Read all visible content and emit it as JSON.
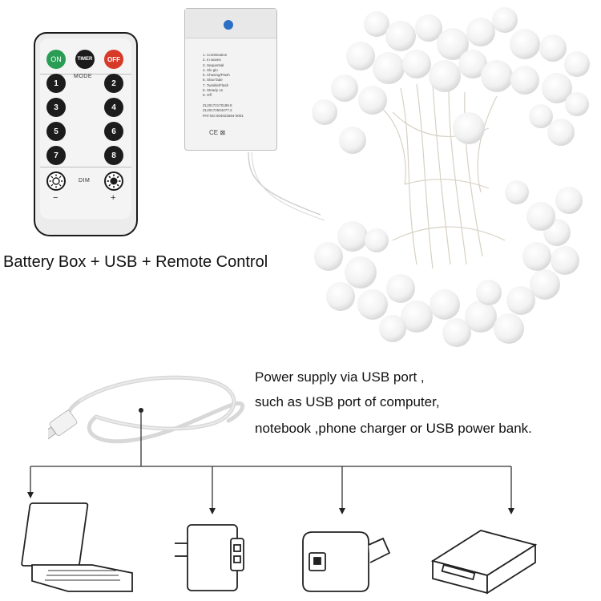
{
  "caption": "Battery Box + USB + Remote Control",
  "power_text": [
    "Power supply via USB port ,",
    "such as USB port of computer,",
    "notebook ,phone charger or USB power bank."
  ],
  "remote": {
    "top_buttons": [
      "ON",
      "TIMER",
      "OFF"
    ],
    "mode_label": "MODE",
    "number_buttons": [
      "1",
      "2",
      "3",
      "4",
      "5",
      "6",
      "7",
      "8"
    ],
    "dim_label": "DIM",
    "minus": "−",
    "plus": "+"
  },
  "battery_box": {
    "modes": "1. Combination\n2. In waves\n3. Sequential\n4. Slo glo\n5. Chasing/Flash\n6. Slow fade\n7. Twinkle/Flash\n8. Steady on\n9. Off\n\nZL20172170189.9\nZL20172504277.2\nPAT.NO.004022584-0001",
    "marks": "CE  ⊠"
  },
  "devices": [
    "laptop-icon",
    "wall-charger-icon",
    "usb-adapter-icon",
    "power-bank-icon"
  ],
  "colors": {
    "on": "#2a9d55",
    "off": "#d83a2a",
    "switch": "#2c6fc4"
  }
}
